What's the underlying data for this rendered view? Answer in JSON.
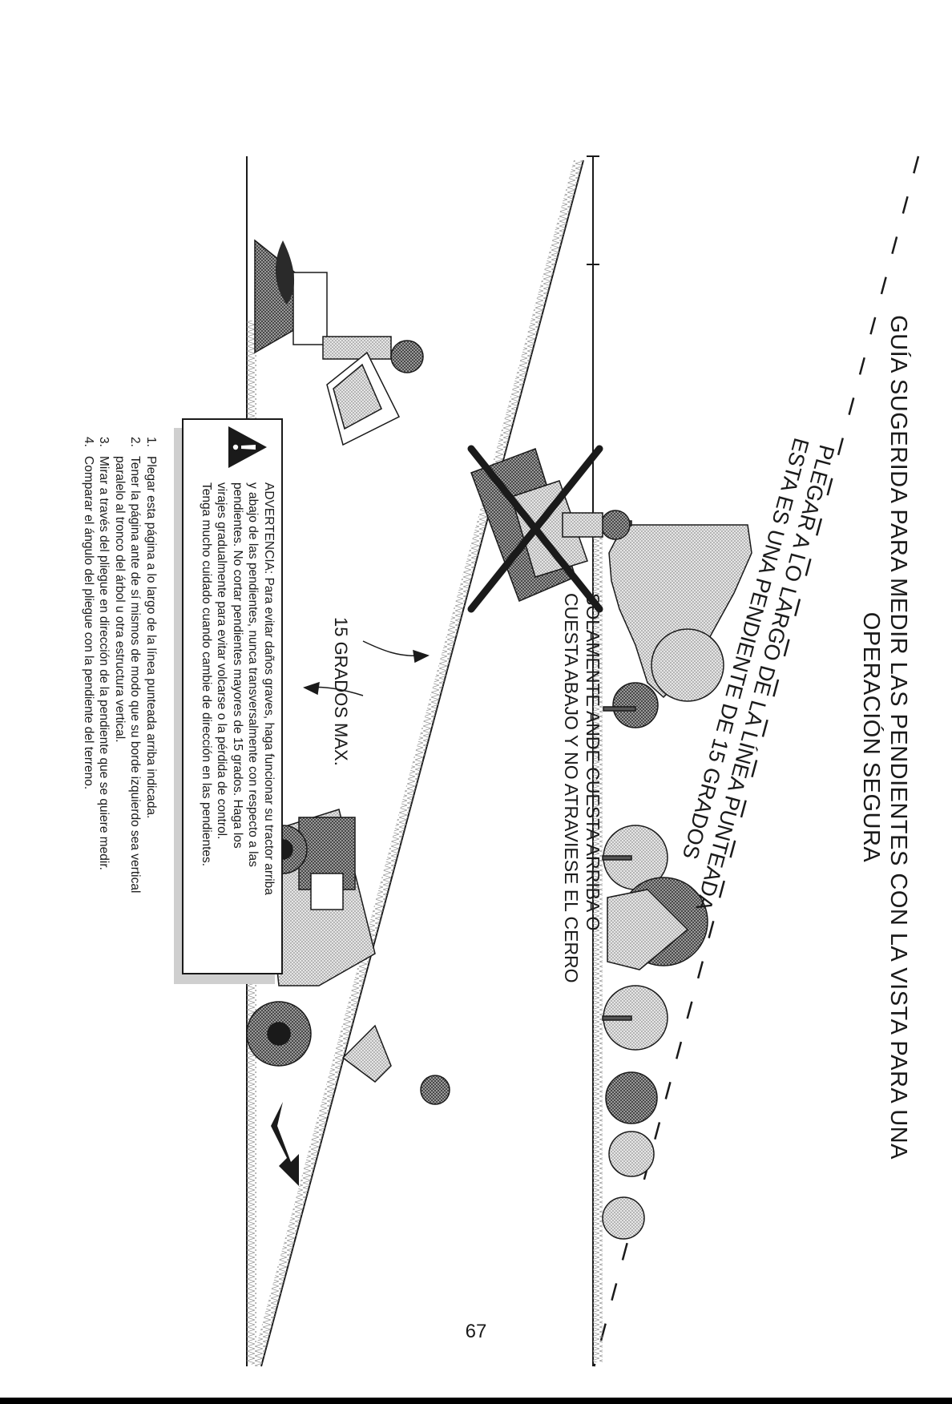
{
  "title": {
    "line1": "GUÍA SUGERIDA PARA MEDIR LAS PENDIENTES CON LA VISTA PARA UNA",
    "line2": "OPERACIÓN SEGURA"
  },
  "fold_instruction": {
    "line1": "PLEGAR A LO LARGO DE LA LÍNEA PUNTEADA",
    "line2": "ESTA ES UNA PENDIENTE DE 15 GRADOS"
  },
  "caution": {
    "line1": "SOLAMENTE ANDE CUESTA ARRIBA O",
    "line2": "CUESTA ABAJO Y NO ATRAVIESE EL CERRO"
  },
  "angle_label": "15 GRADOS MAX.",
  "warning": {
    "icon": "warning-triangle-icon",
    "lines": [
      "ADVERTENCIA: Para evitar daños graves, haga funcionar su tractor arriba",
      "y abajo de las pendientes, nunca transversalmente con respecto a las",
      "pendientes. No cortar pendientes mayores de 15 grados. Haga los",
      "virajes gradualmente para evitar volcarse o la pérdida de control.",
      "Tenga mucho cuidado cuando cambie de dirección en las pendientes."
    ]
  },
  "steps": [
    {
      "num": "1.",
      "lines": [
        "Plegar esta página a lo largo de la línea punteada arriba indicada."
      ]
    },
    {
      "num": "2.",
      "lines": [
        "Tener la página ante de sí mismos de modo que su borde izquierdo sea vertical",
        "paralelo al tronco del árbol u otra estructura vertical."
      ]
    },
    {
      "num": "3.",
      "lines": [
        "Mirar a través del pliegue en dirección de la pendiente que se quiere medir."
      ]
    },
    {
      "num": "4.",
      "lines": [
        "Comparar el ángulo del pliegue con la pendiente del terreno."
      ]
    }
  ],
  "slope_degrees": 15,
  "page_number": "67"
}
